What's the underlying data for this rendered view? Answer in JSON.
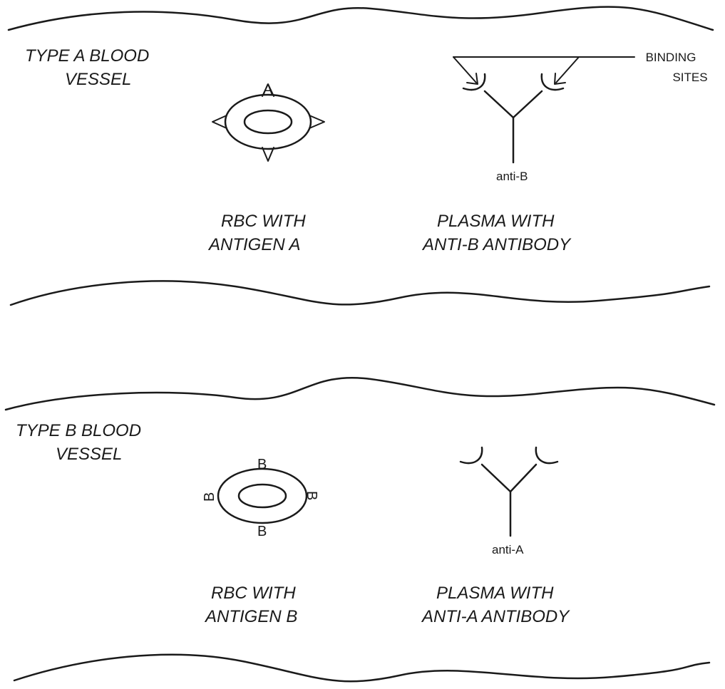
{
  "panel_a": {
    "vessel_label_line1": "TYPE A BLOOD",
    "vessel_label_line2": "VESSEL",
    "antigen_letter": "A",
    "antibody_label": "anti-B",
    "binding_sites_line1": "BINDING",
    "binding_sites_line2": "SITES",
    "rbc_caption_line1": "RBC WITH",
    "rbc_caption_line2": "ANTIGEN A",
    "plasma_caption_line1": "PLASMA WITH",
    "plasma_caption_line2": "ANTI-B ANTIBODY"
  },
  "panel_b": {
    "vessel_label_line1": "TYPE B BLOOD",
    "vessel_label_line2": "VESSEL",
    "antigen_letter_top": "B",
    "antigen_letter_left": "B",
    "antigen_letter_right": "B",
    "antigen_letter_bottom": "B",
    "antibody_label": "anti-A",
    "rbc_caption_line1": "RBC WITH",
    "rbc_caption_line2": "ANTIGEN B",
    "plasma_caption_line1": "PLASMA WITH",
    "plasma_caption_line2": "ANTI-A ANTIBODY"
  }
}
